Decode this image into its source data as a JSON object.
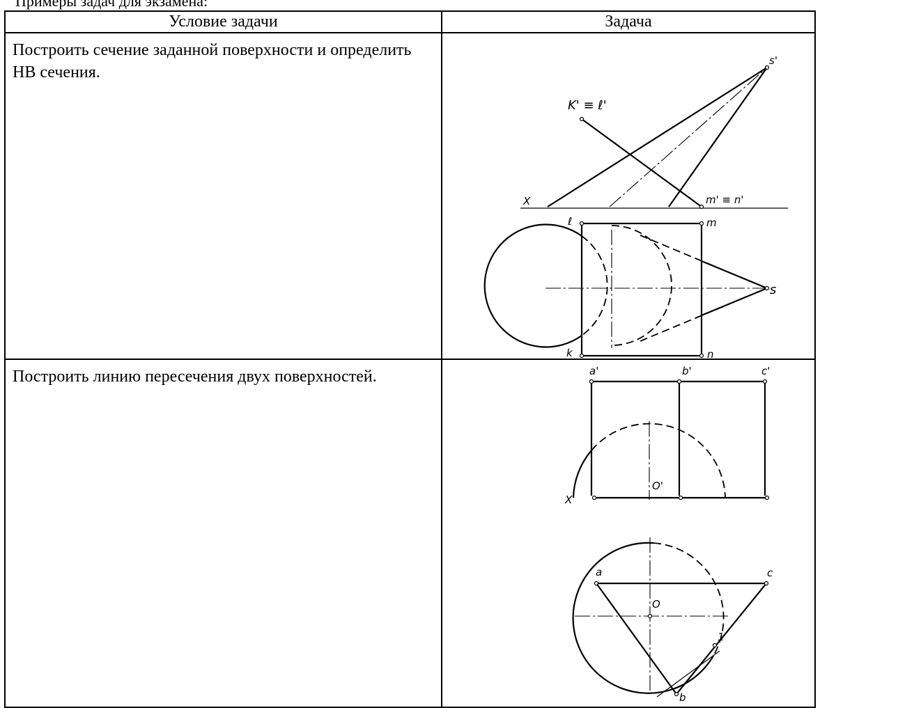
{
  "caption": "Примеры задач для экзамена:",
  "table": {
    "headers": [
      "Условие задачи",
      "Задача"
    ],
    "rows": [
      {
        "condition": "Построить сечение заданной поверхности и определить НВ сечения.",
        "labels": {
          "k_eq_l": "K' ≡ ℓ'",
          "s_prime": "s'",
          "x": "X",
          "m_eq_n": "m' ≡ n'",
          "l": "ℓ",
          "m": "m",
          "s": "s",
          "k": "k",
          "n": "n"
        }
      },
      {
        "condition": "Построить линию пересечения двух поверхностей.",
        "labels": {
          "a_prime": "a'",
          "b_prime": "b'",
          "c_prime": "c'",
          "x": "X",
          "o_prime": "O'",
          "a": "a",
          "c": "c",
          "o": "O",
          "one": "1",
          "b": "b"
        }
      }
    ]
  }
}
